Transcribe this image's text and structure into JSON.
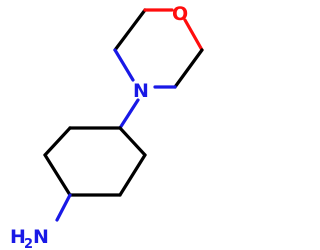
{
  "molecule": {
    "atoms": {
      "oxygen": "O",
      "ring_nitrogen": "N",
      "amine_nitrogen": "N",
      "amine_hydrogen": "H",
      "amine_hydrogen_count": "2"
    },
    "colors": {
      "bond": "#000000",
      "oxygen": "#ff0d0d",
      "nitrogen": "#1919e6",
      "background": "#ffffff"
    }
  }
}
